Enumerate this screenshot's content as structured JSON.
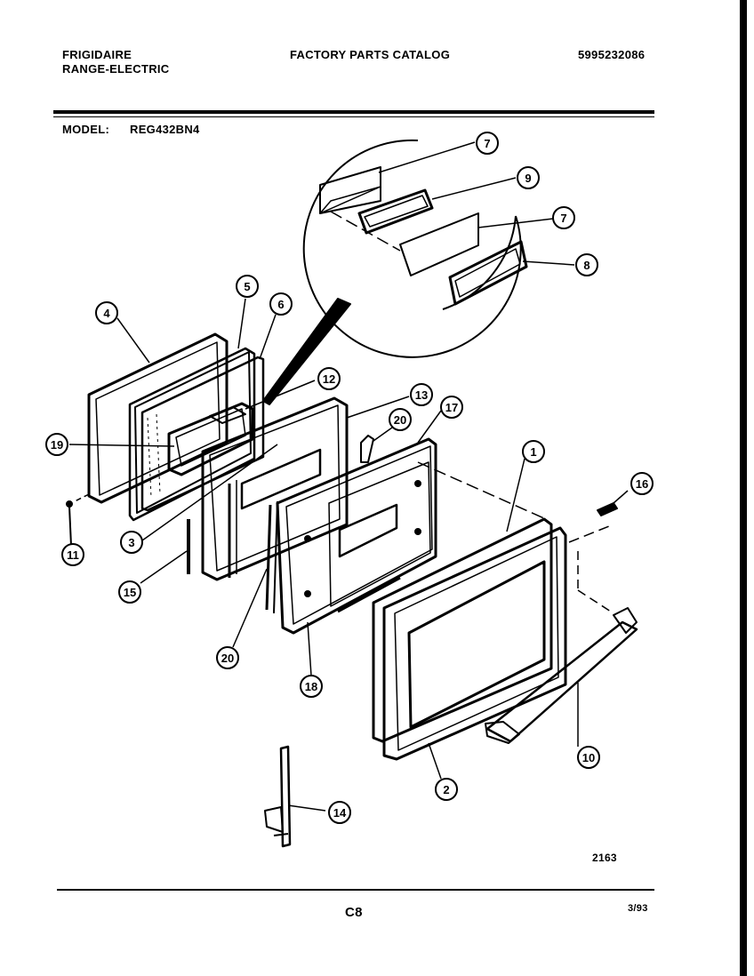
{
  "header": {
    "brand": "FRIGIDAIRE",
    "product": "RANGE-ELECTRIC",
    "catalog_title": "FACTORY PARTS CATALOG",
    "catalog_number": "5995232086"
  },
  "model": {
    "label": "MODEL:",
    "value": "REG432BN4"
  },
  "callouts": [
    "7",
    "9",
    "7",
    "8",
    "5",
    "6",
    "4",
    "12",
    "13",
    "20",
    "17",
    "19",
    "1",
    "16",
    "3",
    "11",
    "15",
    "20",
    "18",
    "10",
    "2",
    "14"
  ],
  "footer": {
    "drawing_number": "2163",
    "page_code": "C8",
    "date": "3/93"
  }
}
